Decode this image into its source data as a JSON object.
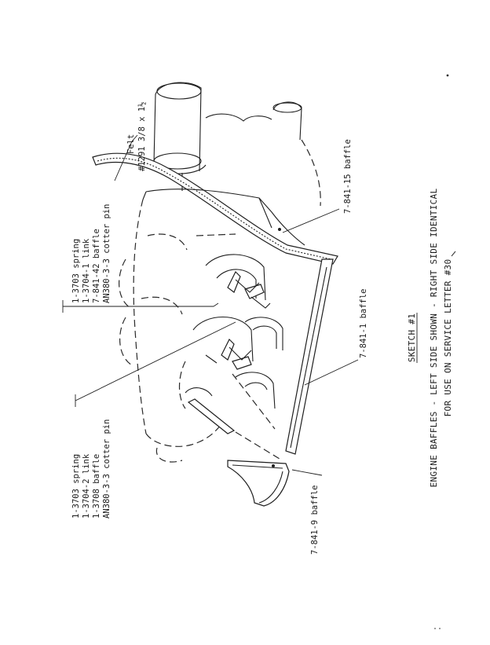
{
  "labels": {
    "group_a": [
      "1-3703 spring",
      "1-3704-1 link",
      "7-841-42 baffle",
      "AN380-3-3 cotter pin"
    ],
    "felt": [
      "Felt",
      "#1291 3/8 x 1½"
    ],
    "baffle_15": "7-841-15 baffle",
    "baffle_1": "7-841-1 baffle",
    "group_b": [
      "1-3703 spring",
      "1-3704-2 link",
      "1-3708 baffle",
      "AN380-3-3 cotter pin"
    ],
    "baffle_9": "7-841-9 baffle"
  },
  "caption": {
    "title": "SKETCH #1",
    "line1": "ENGINE BAFFLES - LEFT SIDE SHOWN - RIGHT SIDE IDENTICAL",
    "line2": "FOR USE ON SERVICE LETTER #30"
  }
}
